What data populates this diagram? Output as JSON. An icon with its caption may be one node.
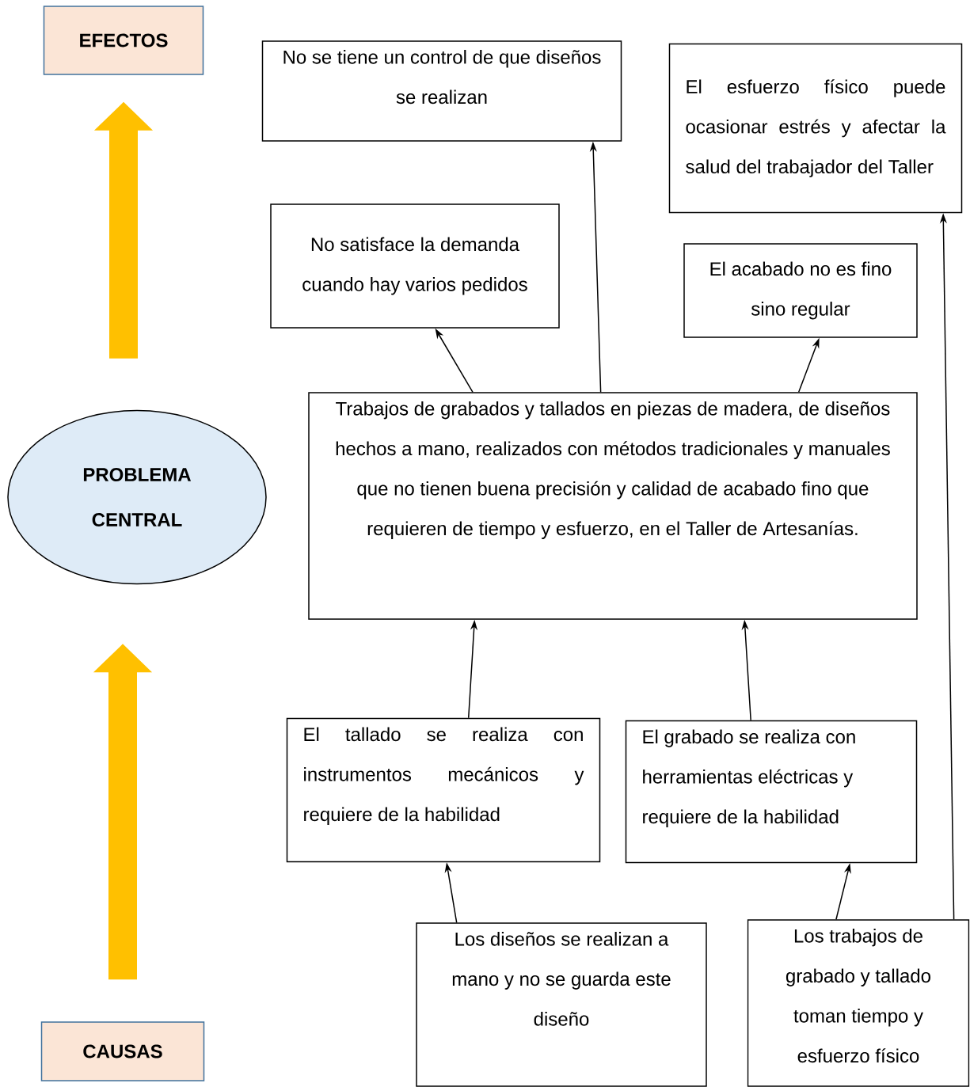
{
  "diagram": {
    "nodes": [
      {
        "text": [
          "EFECTOS"
        ]
      },
      {
        "text": [
          "No se tiene un control de que diseños se realizan"
        ]
      },
      {
        "text": [
          "El esfuerzo físico puede ocasionar estrés y afectar la salud del trabajador del Taller"
        ]
      },
      {
        "text": [
          "No satisface la demanda cuando hay varios pedidos"
        ]
      },
      {
        "text": [
          "El acabado no es fino sino regular"
        ]
      },
      {
        "text": [
          "PROBLEMA CENTRAL"
        ]
      },
      {
        "text": [
          "Trabajos de grabados y tallados en piezas de madera, de diseños hechos a mano, realizados con métodos tradicionales y manuales que no tienen buena precisión y calidad de acabado fino que requieren de tiempo y esfuerzo, en el Taller de Artesanías."
        ]
      },
      {
        "text": [
          "El tallado se realiza con instrumentos mecánicos y requiere de la habilidad"
        ]
      },
      {
        "text": [
          "El grabado se realiza con herramientas eléctricas y requiere de la habilidad"
        ]
      },
      {
        "text": [
          "CAUSAS"
        ]
      },
      {
        "text": [
          "Los diseños se realizan a mano y no se guarda este diseño"
        ]
      },
      {
        "text": [
          "Los trabajos de grabado y tallado toman tiempo y esfuerzo físico"
        ]
      }
    ],
    "edges": [
      {
        "from": 5,
        "to": 0,
        "arrow": "to",
        "style": "thick",
        "color": "#ffc000"
      },
      {
        "from": 6,
        "to": 3,
        "arrow": "to"
      },
      {
        "from": 6,
        "to": 1,
        "arrow": "to"
      },
      {
        "from": 6,
        "to": 4,
        "arrow": "to"
      },
      {
        "from": 7,
        "to": 6,
        "arrow": "to"
      },
      {
        "from": 8,
        "to": 6,
        "arrow": "to"
      },
      {
        "from": 10,
        "to": 7,
        "arrow": "to"
      },
      {
        "from": 11,
        "to": 8,
        "arrow": "to"
      },
      {
        "from": 11,
        "to": 2,
        "arrow": "to"
      },
      {
        "from": 9,
        "to": 5,
        "arrow": "to",
        "style": "thick",
        "color": "#ffc000"
      }
    ]
  }
}
